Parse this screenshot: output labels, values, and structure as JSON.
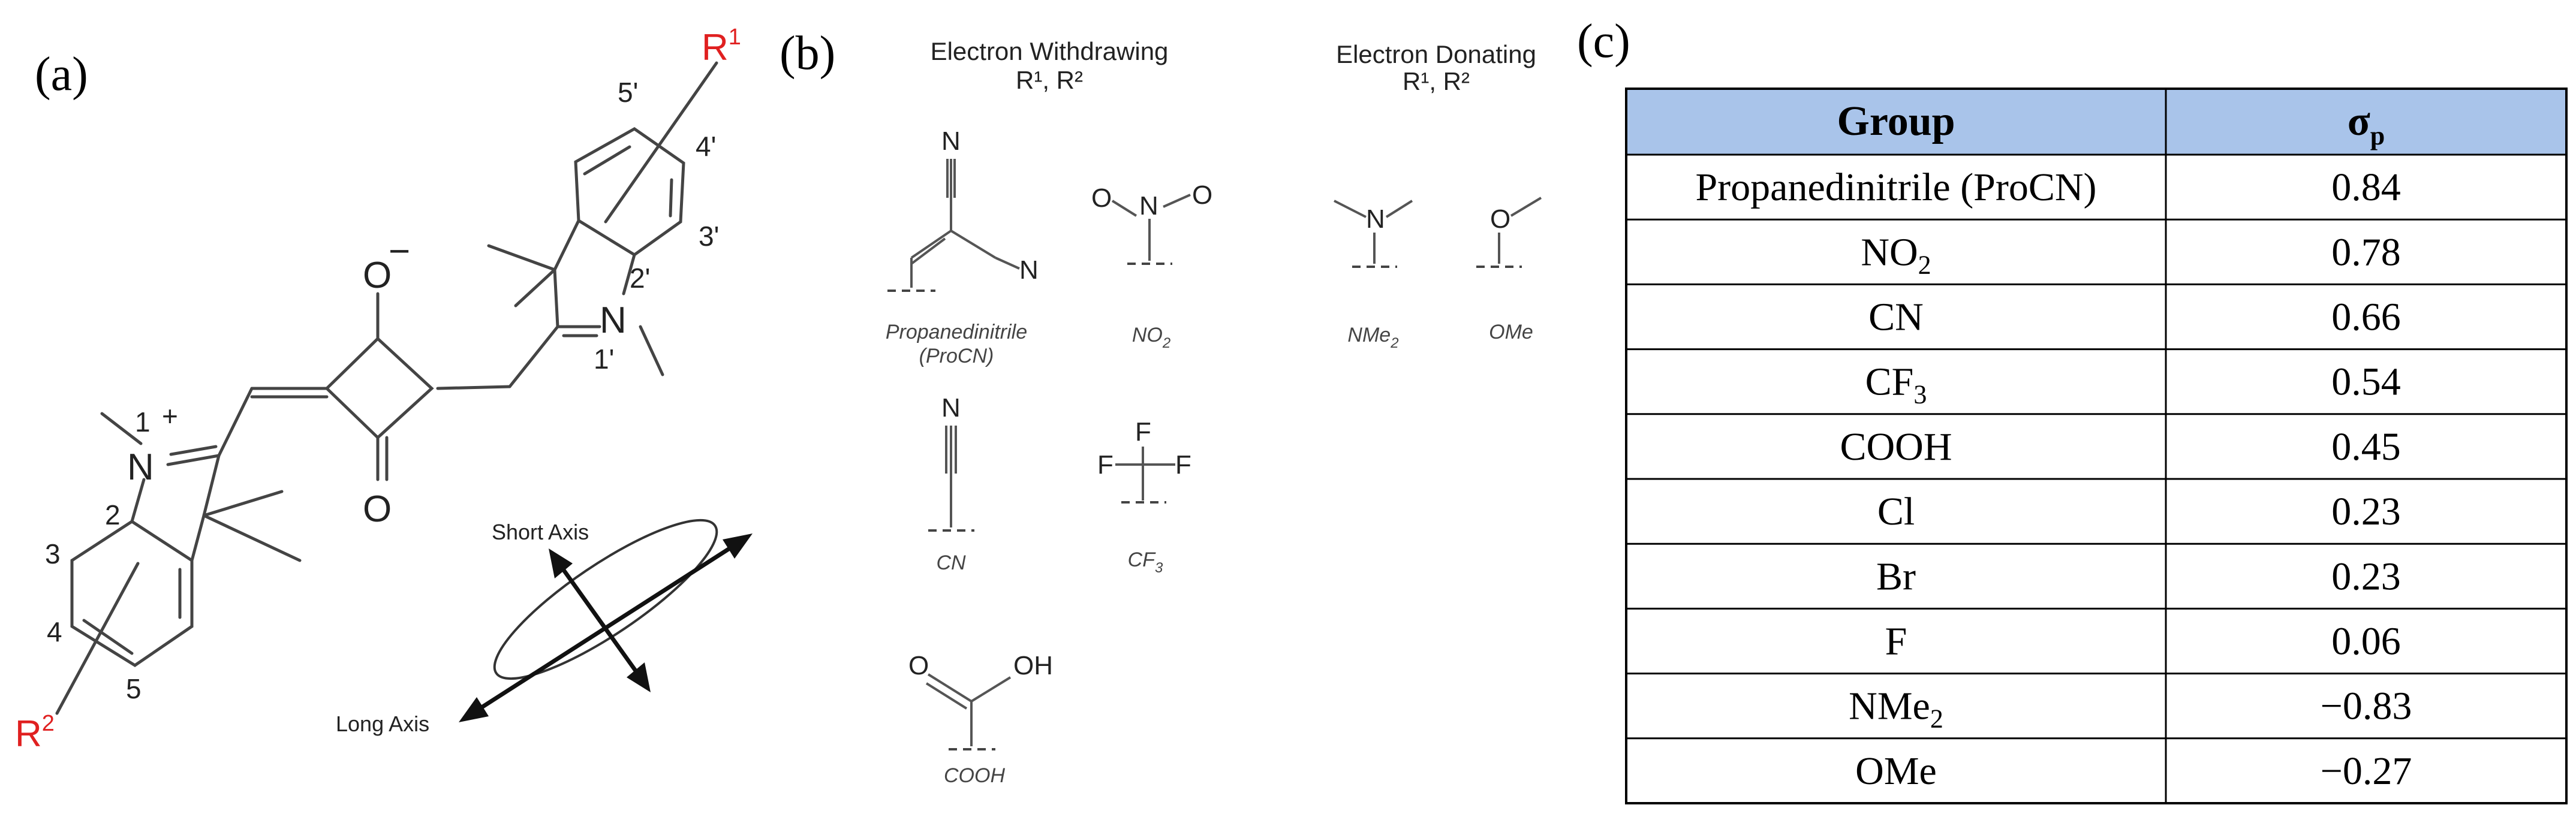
{
  "panels": {
    "a": "(a)",
    "b": "(b)",
    "c": "(c)"
  },
  "molecule": {
    "r1": "R",
    "r1_sup": "1",
    "r2": "R",
    "r2_sup": "2",
    "oxide": "O",
    "oxide_charge": "−",
    "carbonyl": "O",
    "n_plus": "N",
    "plus_sign": "+",
    "n_neutral": "N",
    "numbers": {
      "n1": "1",
      "n2": "2",
      "n3": "3",
      "n4": "4",
      "n5": "5",
      "n1p": "1'",
      "n2p": "2'",
      "n3p": "3'",
      "n4p": "4'",
      "n5p": "5'"
    },
    "short_axis": "Short Axis",
    "long_axis": "Long Axis"
  },
  "substituents": {
    "withdrawing_title": "Electron Withdrawing",
    "withdrawing_sub": "R¹, R²",
    "donating_title": "Electron Donating",
    "donating_sub": "R¹, R²",
    "procn_label_1": "Propanedinitrile",
    "procn_label_2": "(ProCN)",
    "no2_label": "NO",
    "no2_label_sub": "2",
    "cn_label": "CN",
    "cf3_label": "CF",
    "cf3_label_sub": "3",
    "cooh_label": "COOH",
    "nme2_label": "NMe",
    "nme2_label_sub": "2",
    "ome_label": "OMe",
    "atom_n": "N",
    "atom_o": "O",
    "atom_f": "F",
    "atom_oh": "OH"
  },
  "table": {
    "header_group": "Group",
    "header_sigma": "σ",
    "header_sigma_sub": "p",
    "header_bg": "#a9c4ea",
    "rows": [
      {
        "group": "Propanedinitrile (ProCN)",
        "sub": "",
        "sigma": "0.84"
      },
      {
        "group": "NO",
        "sub": "2",
        "sigma": "0.78"
      },
      {
        "group": "CN",
        "sub": "",
        "sigma": "0.66"
      },
      {
        "group": "CF",
        "sub": "3",
        "sigma": "0.54"
      },
      {
        "group": "COOH",
        "sub": "",
        "sigma": "0.45"
      },
      {
        "group": "Cl",
        "sub": "",
        "sigma": "0.23"
      },
      {
        "group": "Br",
        "sub": "",
        "sigma": "0.23"
      },
      {
        "group": "F",
        "sub": "",
        "sigma": "0.06"
      },
      {
        "group": "NMe",
        "sub": "2",
        "sigma": "−0.83"
      },
      {
        "group": "OMe",
        "sub": "",
        "sigma": "−0.27"
      }
    ]
  }
}
